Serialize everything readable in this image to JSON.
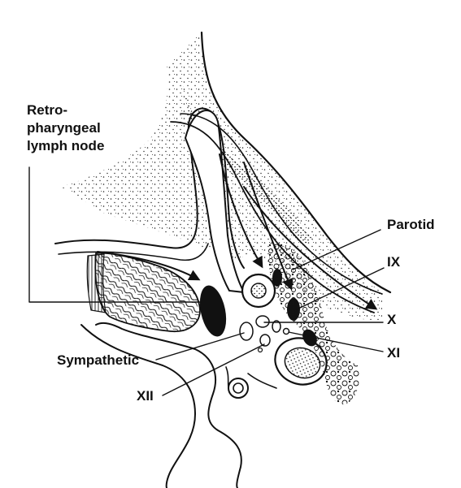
{
  "labels": {
    "retro_line1": "Retro-",
    "retro_line2": "pharyngeal",
    "retro_line3": "lymph node",
    "parotid": "Parotid",
    "ix": "IX",
    "x": "X",
    "xi": "XI",
    "sympathetic": "Sympathetic",
    "xii": "XII"
  },
  "colors": {
    "ink": "#111111",
    "background": "#ffffff"
  }
}
